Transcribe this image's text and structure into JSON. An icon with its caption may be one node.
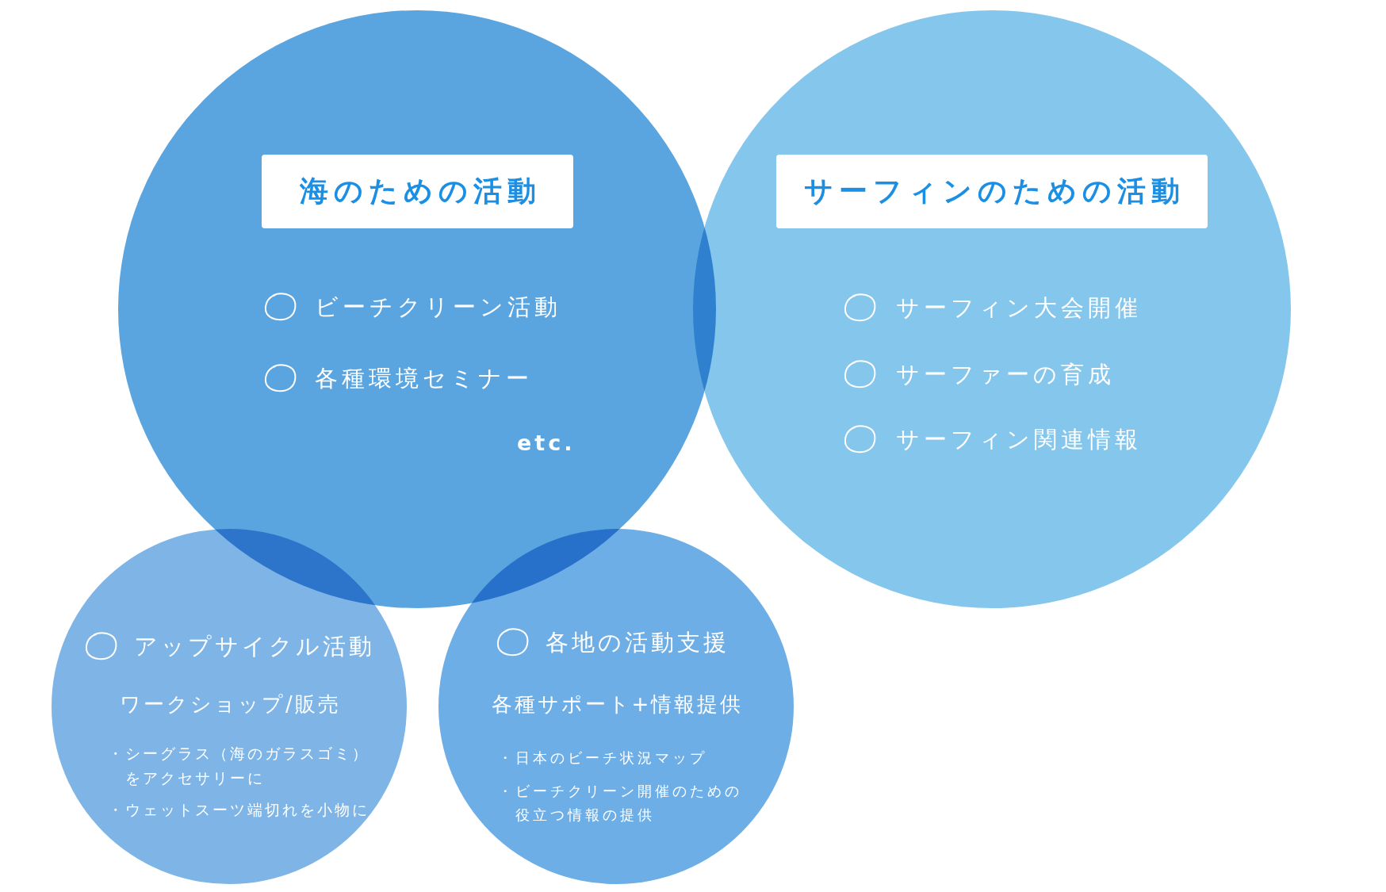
{
  "diagram": {
    "nodes": [
      {
        "text": [
          "ビーチクリーン活動",
          "各種環境セミナー",
          "etc."
        ]
      },
      {
        "text": [
          "海のための活動"
        ],
        "in": 0
      },
      {
        "text": [
          "サーフィン大会開催",
          "サーファーの育成",
          "サーフィン関連情報"
        ]
      },
      {
        "text": [
          "サーフィンのための活動"
        ],
        "in": 2
      },
      {
        "text": [
          "アップサイクル活動",
          "ワークショップ/販売",
          "・シーグラス（海のガラスゴミ）をアクセサリーに",
          "・ウェットスーツ端切れを小物に"
        ]
      },
      {
        "text": [
          "各地の活動支援",
          "各種サポート+情報提供",
          "・日本のビーチ状況マップ",
          "・ビーチクリーン開催のための役立つ情報の提供"
        ]
      }
    ]
  }
}
